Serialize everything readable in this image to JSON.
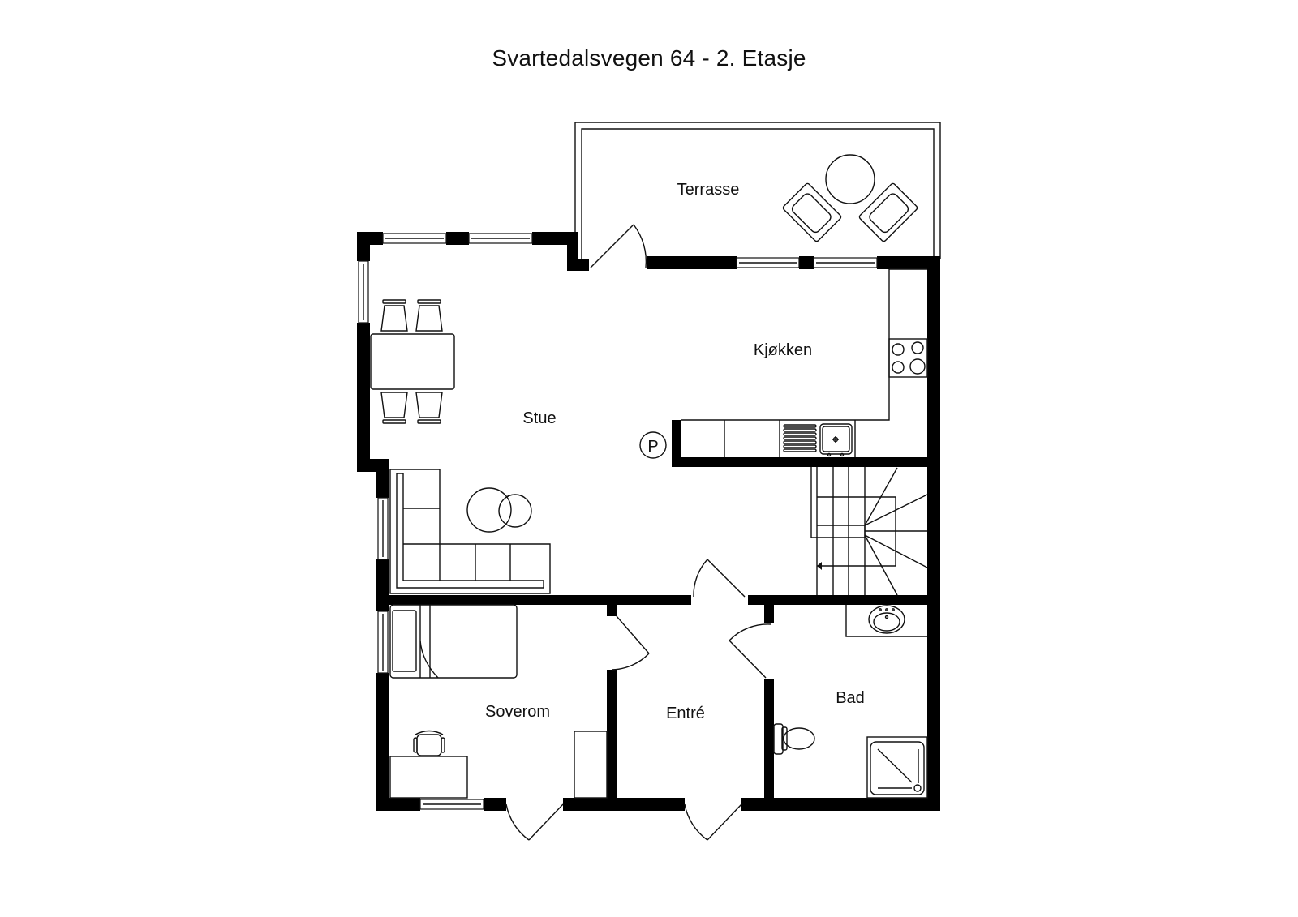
{
  "title": "Svartedalsvegen 64 - 2. Etasje",
  "rooms": {
    "terrasse": "Terrasse",
    "kjokken": "Kjøkken",
    "stue": "Stue",
    "soverom": "Soverom",
    "entre": "Entré",
    "bad": "Bad"
  },
  "markers": {
    "parking": "P"
  },
  "colors": {
    "wall": "#000000",
    "line": "#111111",
    "background": "#ffffff"
  }
}
